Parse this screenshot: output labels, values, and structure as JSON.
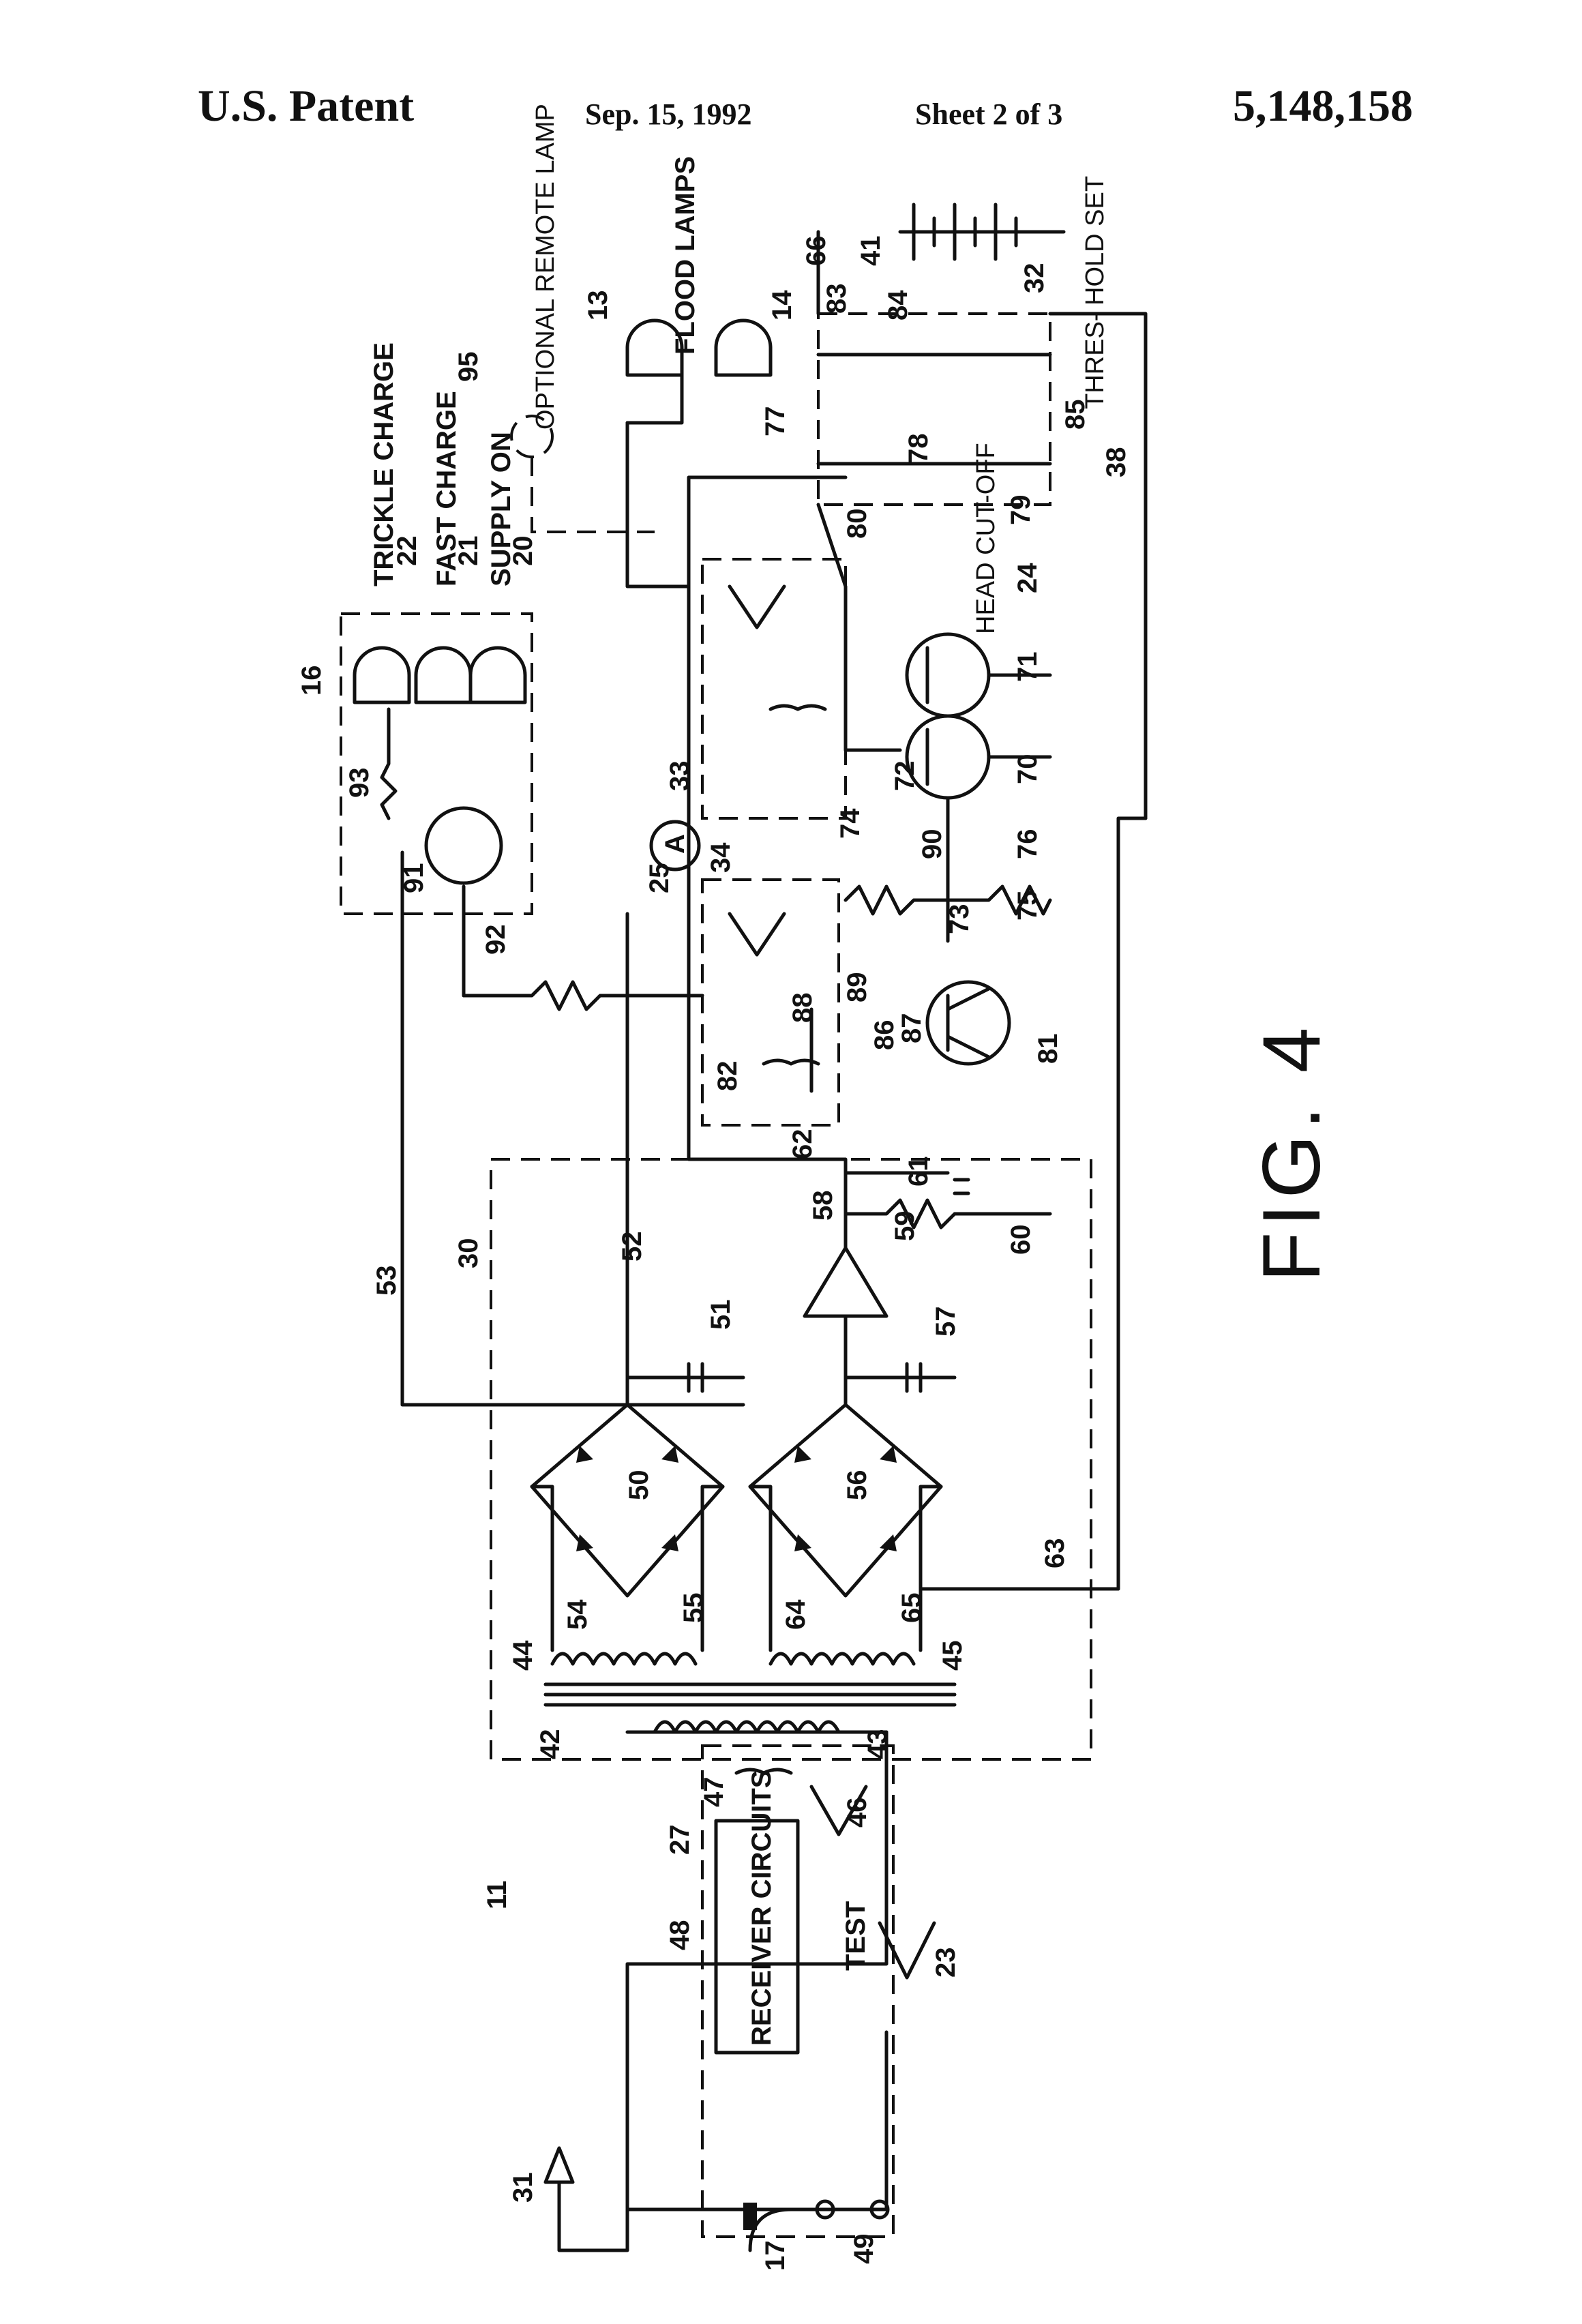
{
  "header": {
    "title": "U.S. Patent",
    "date": "Sep. 15, 1992",
    "sheet": "Sheet 2 of 3",
    "number": "5,148,158"
  },
  "figure": {
    "caption": "FIG. 4",
    "main_ref": "11",
    "notes": {
      "trickle_charge": "TRICKLE CHARGE",
      "fast_charge": "FAST CHARGE",
      "supply_on": "SUPPLY ON",
      "optional_remote_lamp": "OPTIONAL REMOTE LAMP",
      "flood_lamps": "FLOOD LAMPS",
      "threshold_set": "THRES- HOLD SET",
      "head_cutoff": "HEAD CUT-OFF",
      "receiver_circuits": "RECEIVER CIRCUITS",
      "test": "TEST",
      "ammeter": "A"
    },
    "refs": [
      "13",
      "14",
      "16",
      "17",
      "20",
      "21",
      "22",
      "23",
      "24",
      "25",
      "27",
      "30",
      "31",
      "32",
      "33",
      "34",
      "38",
      "41",
      "42",
      "43",
      "44",
      "45",
      "46",
      "47",
      "48",
      "49",
      "50",
      "51",
      "52",
      "53",
      "54",
      "55",
      "56",
      "57",
      "58",
      "59",
      "60",
      "61",
      "62",
      "63",
      "64",
      "65",
      "66",
      "70",
      "71",
      "72",
      "73",
      "74",
      "75",
      "76",
      "77",
      "78",
      "79",
      "80",
      "81",
      "82",
      "83",
      "84",
      "85",
      "86",
      "87",
      "88",
      "89",
      "90",
      "91",
      "92",
      "93",
      "95"
    ]
  }
}
